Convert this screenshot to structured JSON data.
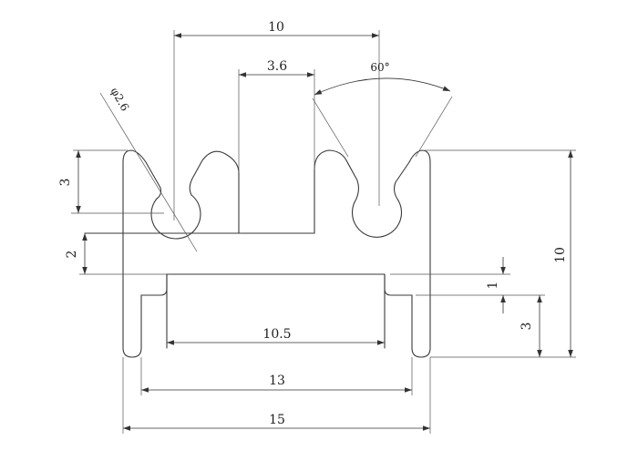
{
  "drawing": {
    "labels": {
      "top_width": "10",
      "slot_width": "3.6",
      "angle": "60°",
      "hole_diameter": "φ2.6",
      "left_height": "3",
      "step_height": "2",
      "right_height": "10",
      "thickness": "1",
      "lip_height": "3",
      "inner_width": "10.5",
      "lip_span": "13",
      "total_width": "15"
    }
  }
}
